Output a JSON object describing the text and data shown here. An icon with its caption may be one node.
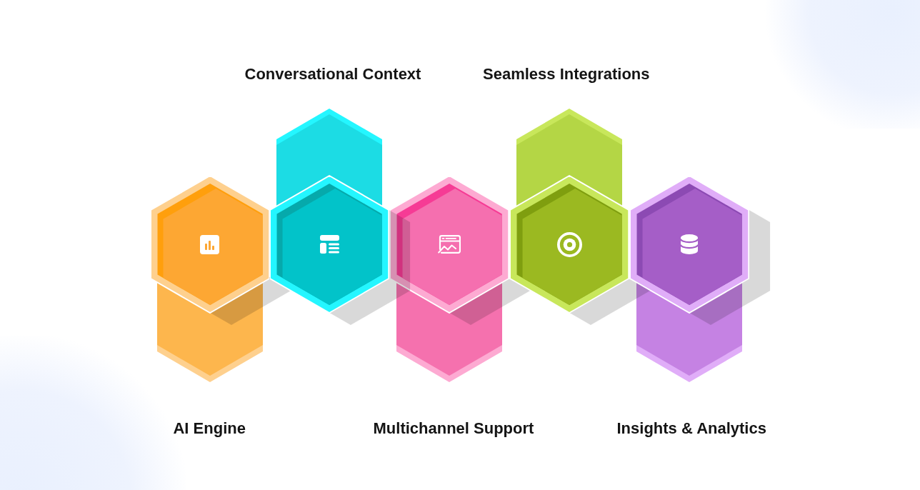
{
  "diagram": {
    "nodes": [
      {
        "text": [
          "AI Engine"
        ]
      },
      {
        "text": [
          "Conversational Context"
        ]
      },
      {
        "text": [
          "Multichannel Support"
        ]
      },
      {
        "text": [
          "Seamless Integrations"
        ]
      },
      {
        "text": [
          "Insights & Analytics"
        ]
      }
    ]
  }
}
